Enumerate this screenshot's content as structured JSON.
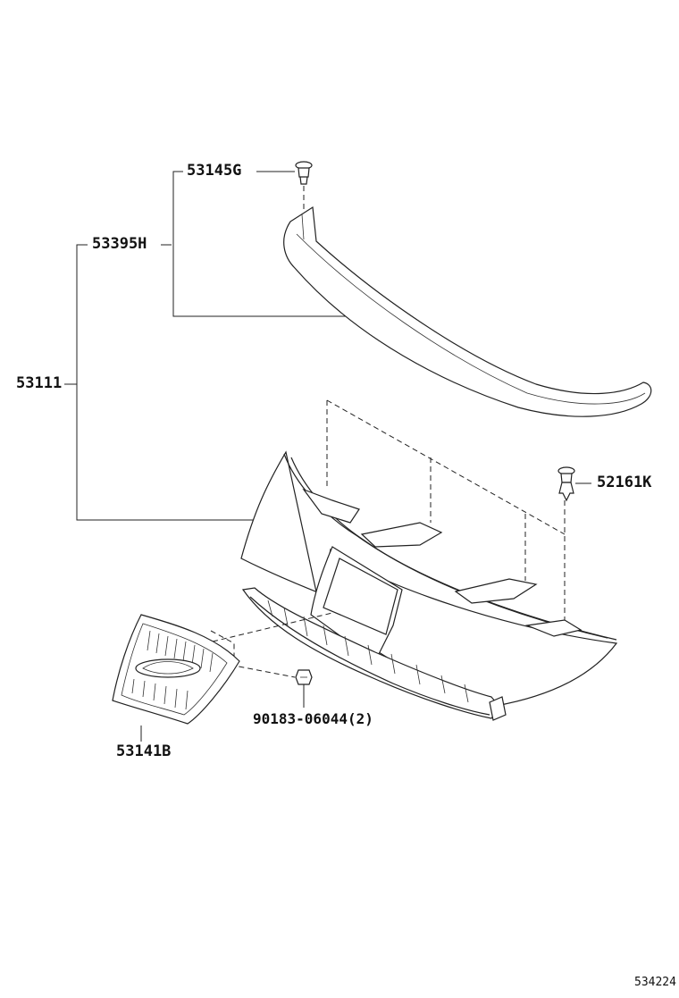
{
  "parts": {
    "clip_top": "53145G",
    "molding_upper": "53395H",
    "grille_assembly": "53111",
    "clip_right": "52161K",
    "nut": "90183-06044(2)",
    "emblem": "53141B"
  },
  "figure_id": "534224"
}
